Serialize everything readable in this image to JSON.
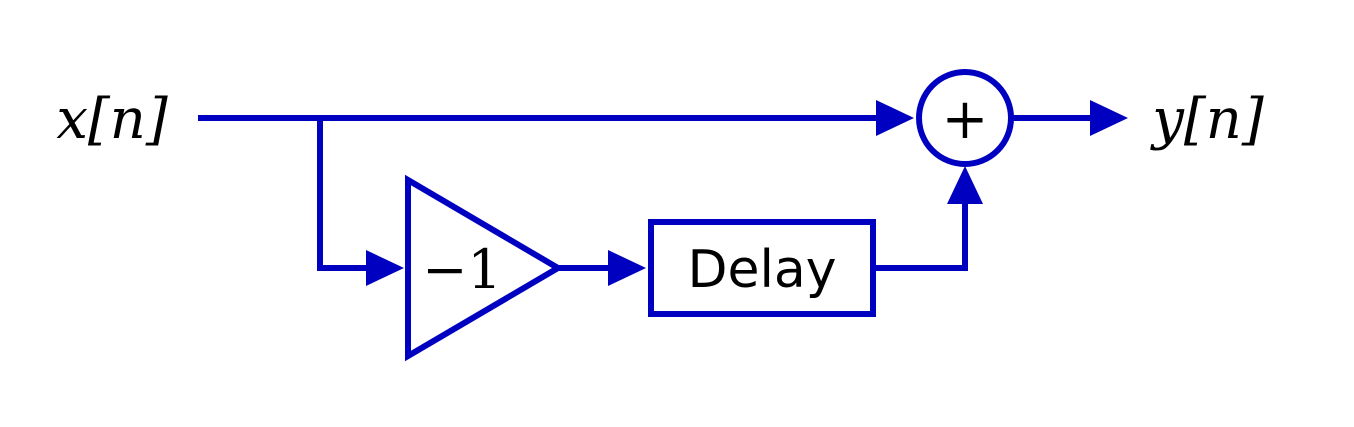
{
  "diagram": {
    "input_label": "x[n]",
    "output_label": "y[n]",
    "gain_label": "−1",
    "delay_label": "Delay",
    "sum_symbol": "+",
    "accent_color": "#0000c0"
  }
}
